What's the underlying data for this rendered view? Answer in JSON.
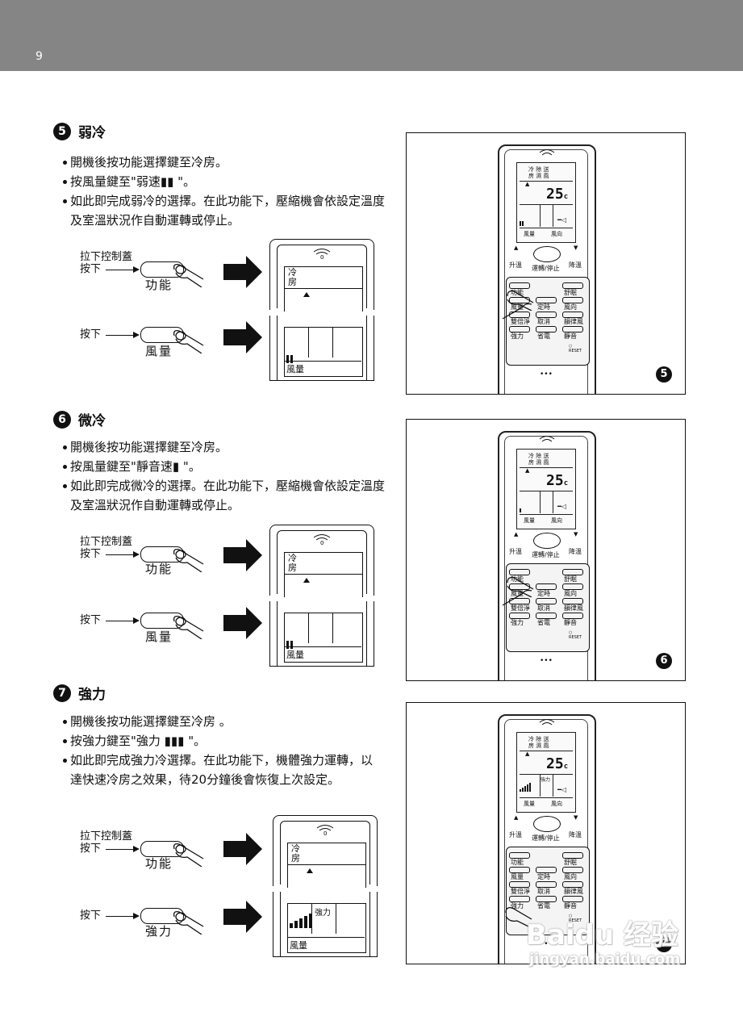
{
  "page": {
    "number": "9"
  },
  "sections": [
    {
      "num": "5",
      "title": "弱冷",
      "bullets": [
        "開機後按功能選擇鍵至冷房。",
        "按風量鍵至\"弱速▮▮ \"。",
        "如此即完成弱冷的選擇。在此功能下，壓縮機會依設定溫度及室溫狀況作自動運轉或停止。"
      ],
      "step1_label": [
        "拉下控制蓋",
        "按下"
      ],
      "step1_button": "功能",
      "step2_label": "按下",
      "step2_button": "風量",
      "display_mode": [
        "冷",
        "房"
      ],
      "display_fan": "風量",
      "display_bars": 2,
      "display_extra": ""
    },
    {
      "num": "6",
      "title": "微冷",
      "bullets": [
        "開機後按功能選擇鍵至冷房。",
        "按風量鍵至\"靜音速▮ \"。",
        "如此即完成微冷的選擇。在此功能下，壓縮機會依設定溫度及室溫狀況作自動運轉或停止。"
      ],
      "step1_label": [
        "拉下控制蓋",
        "按下"
      ],
      "step1_button": "功能",
      "step2_label": "按下",
      "step2_button": "風量",
      "display_mode": [
        "冷",
        "房"
      ],
      "display_fan": "風量",
      "display_bars": 2,
      "display_extra": ""
    },
    {
      "num": "7",
      "title": "強力",
      "bullets": [
        "開機後按功能選擇鍵至冷房 。",
        "按強力鍵至\"強力 ▮▮▮ \"。",
        "如此即完成強力冷選擇。在此功能下，機體強力運轉，以達快速冷房之效果，待20分鐘後會恢復上次設定。"
      ],
      "step1_label": [
        "拉下控制蓋",
        "按下"
      ],
      "step1_button": "功能",
      "step2_label": "按下",
      "step2_button": "強力",
      "display_mode": [
        "冷",
        "房"
      ],
      "display_fan": "風量",
      "display_bars": 5,
      "display_extra": "強力"
    }
  ],
  "remote": {
    "modes": [
      "冷 除 送",
      "房 濕 風"
    ],
    "temp": "25",
    "unit": "c",
    "fan_label": "風量",
    "swing_label": "風向",
    "up_btn": "升溫",
    "power_btn": "運轉/停止",
    "down_btn": "降溫",
    "keys": [
      "功能",
      "舒眠",
      "風量",
      "定時",
      "風向",
      "雙倍淨",
      "取消",
      "韻律風",
      "強力",
      "省電",
      "靜音"
    ],
    "reset": "RESET",
    "dots": "•••",
    "strong_label": "強力"
  },
  "watermark": {
    "brand": "Baidu 经验",
    "url": "jingyan.baidu.com"
  }
}
